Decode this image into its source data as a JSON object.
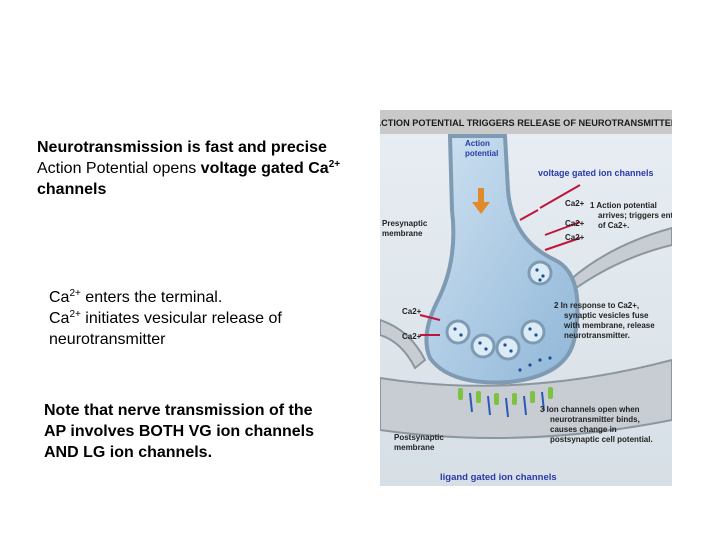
{
  "text": {
    "title": "Neurotransmission is fast and precise",
    "line1_prefix": "Action Potential opens ",
    "line1_bold": "voltage gated Ca",
    "sup": "2+",
    "line2": "channels",
    "enter_ca": "Ca",
    "enter_rest": " enters the terminal.",
    "init_ca": "Ca",
    "init_rest": " initiates vesicular release of",
    "init_line2": "neurotransmitter",
    "note1": "Note that nerve transmission of the",
    "note2": "AP involves BOTH VG ion channels",
    "note3": "AND LG ion channels."
  },
  "figure": {
    "header": "ACTION POTENTIAL TRIGGERS RELEASE OF NEUROTRANSMITTER",
    "action_potential_1": "Action",
    "action_potential_2": "potential",
    "voltage_gated": "voltage gated ion channels",
    "presynaptic_1": "Presynaptic",
    "presynaptic_2": "membrane",
    "ca2": "Ca2+",
    "step1_1": "1  Action potential",
    "step1_2": "arrives; triggers entry",
    "step1_3": "of Ca2+.",
    "step2_1": "2  In response to Ca2+,",
    "step2_2": "synaptic vesicles fuse",
    "step2_3": "with membrane, release",
    "step2_4": "neurotransmitter.",
    "step3_1": "3  Ion channels open when",
    "step3_2": "neurotransmitter binds,",
    "step3_3": "causes change in",
    "step3_4": "postsynaptic cell potential.",
    "postsynaptic_1": "Postsynaptic",
    "postsynaptic_2": "membrane",
    "ligand_gated": "ligand gated ion channels",
    "colors": {
      "header_bg": "#c9c9c9",
      "terminal_fill": "#9fc3e0",
      "membrane": "#7f9ab3",
      "arrow": "#c0143c",
      "label_blue": "#2a3aa8",
      "ap_arrow": "#e08a2a",
      "receptor": "#7dc243"
    }
  }
}
